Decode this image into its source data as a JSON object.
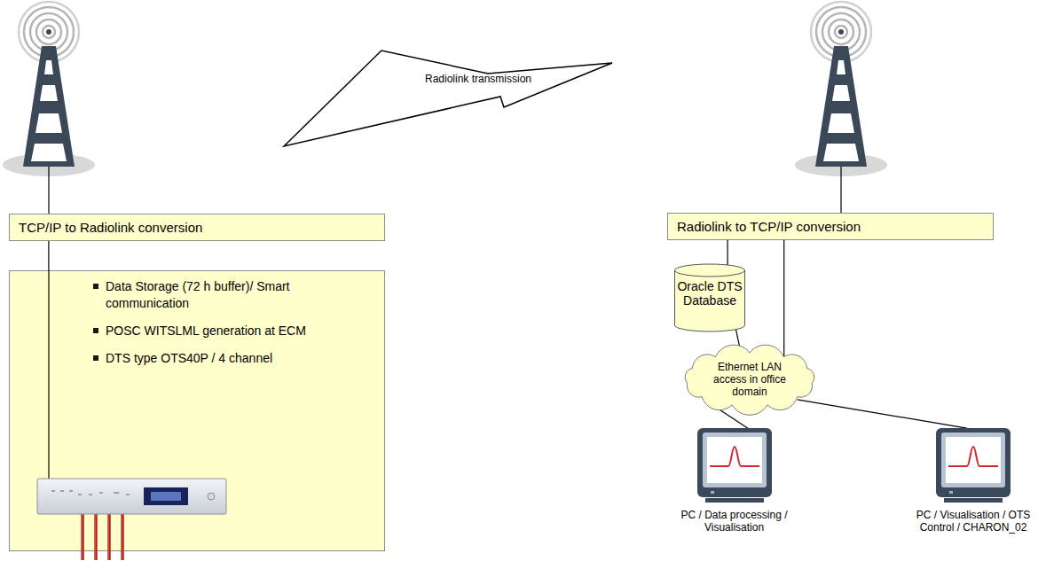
{
  "diagram": {
    "nodes": [
      {
        "text": [
          "TCP/IP to Radiolink conversion"
        ]
      },
      {
        "text": [
          "Data Storage (72 h buffer)/ Smart communication",
          "POSC WITSLML generation at ECM",
          "DTS type OTS40P / 4 channel"
        ]
      },
      {
        "text": [
          "Radiolink transmission"
        ]
      },
      {
        "text": [
          "Radiolink to TCP/IP conversion"
        ]
      },
      {
        "text": [
          "Oracle DTS Database"
        ]
      },
      {
        "text": [
          "Ethernet LAN access in office domain"
        ]
      },
      {
        "text": [
          "PC / Data processing / Visualisation"
        ]
      },
      {
        "text": [
          "PC / Visualisation / OTS Control / CHARON_02"
        ]
      }
    ],
    "edges": [
      {
        "from": 0,
        "to": 1,
        "arrow": "none"
      },
      {
        "from": 3,
        "to": 4,
        "arrow": "none"
      },
      {
        "from": 3,
        "to": 5,
        "arrow": "none"
      },
      {
        "from": 4,
        "to": 5,
        "arrow": "none"
      },
      {
        "from": 5,
        "to": 6,
        "arrow": "none"
      },
      {
        "from": 5,
        "to": 7,
        "arrow": "none"
      }
    ]
  }
}
